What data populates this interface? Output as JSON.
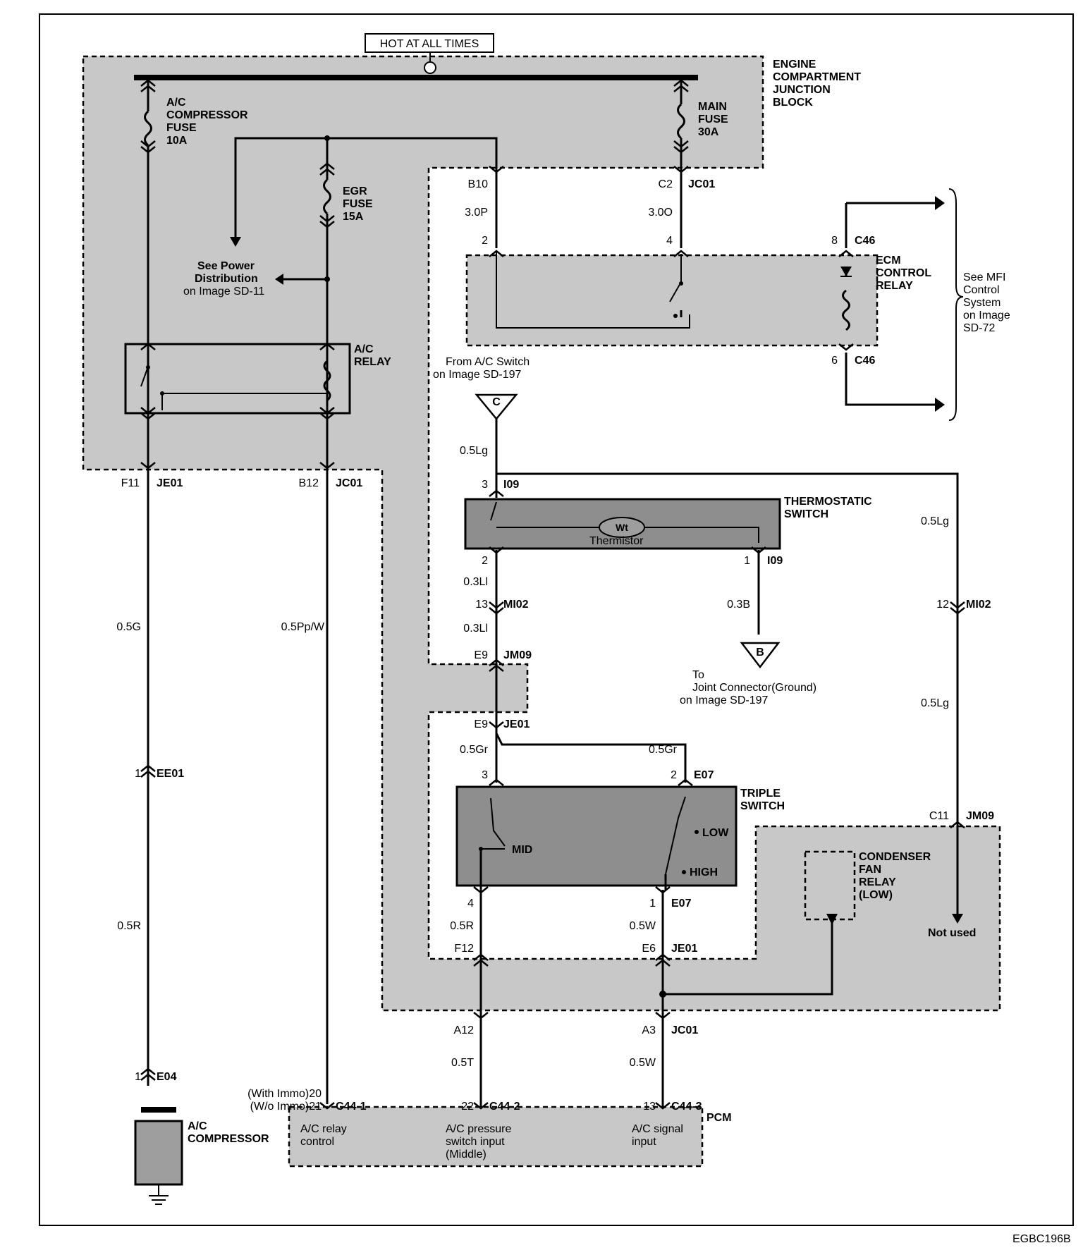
{
  "hot_label": "HOT AT ALL TIMES",
  "ecjb": [
    "ENGINE",
    "COMPARTMENT",
    "JUNCTION",
    "BLOCK"
  ],
  "fuses": {
    "ac_comp": [
      "A/C",
      "COMPRESSOR",
      "FUSE",
      "10A"
    ],
    "main": [
      "MAIN",
      "FUSE",
      "30A"
    ],
    "egr": [
      "EGR",
      "FUSE",
      "15A"
    ]
  },
  "power_dist": [
    "See Power",
    "Distribution",
    "on Image SD-11"
  ],
  "ac_relay": [
    "A/C",
    "RELAY"
  ],
  "ecm_relay": [
    "ECM",
    "CONTROL",
    "RELAY"
  ],
  "mfi_note": [
    "See MFI",
    "Control",
    "System",
    "on Image",
    "SD-72"
  ],
  "from_ac_switch": [
    "From A/C Switch",
    "on Image SD-197"
  ],
  "connector_c": "C",
  "connector_b": "B",
  "to_ground": [
    "To",
    "Joint Connector(Ground)",
    "on Image SD-197"
  ],
  "thermostatic": [
    "THERMOSTATIC",
    "SWITCH"
  ],
  "thermistor": "Thermistor",
  "triple": [
    "TRIPLE",
    "SWITCH"
  ],
  "triple_mid": "MID",
  "triple_low": "LOW",
  "triple_high": "HIGH",
  "condenser": [
    "CONDENSER",
    "FAN",
    "RELAY",
    "(LOW)"
  ],
  "not_used": "Not used",
  "compressor": [
    "A/C",
    "COMPRESSOR"
  ],
  "pcm": "PCM",
  "pcm_inputs": [
    [
      "A/C relay",
      "control"
    ],
    [
      "A/C pressure",
      "switch input",
      "(Middle)"
    ],
    [
      "A/C signal",
      "input"
    ]
  ],
  "immo": [
    "(With Immo)20",
    "(W/o Immo)21"
  ],
  "doc_code": "EGBC196B",
  "pins": {
    "b10": "B10",
    "c2": "C2",
    "jc01": "JC01",
    "p2": "2",
    "p4": "4",
    "p8": "8",
    "c46": "C46",
    "p6": "6",
    "f11": "F11",
    "je01": "JE01",
    "b12": "B12",
    "p3": "3",
    "i09": "I09",
    "p1": "1",
    "p13": "13",
    "mi02": "MI02",
    "p12": "12",
    "e9": "E9",
    "jm09": "JM09",
    "e07": "E07",
    "c11": "C11",
    "f12": "F12",
    "e6": "E6",
    "a12": "A12",
    "a3": "A3",
    "ee01": "EE01",
    "e04": "E04",
    "c44_1": "C44-1",
    "p22": "22",
    "c44_2": "C44-2",
    "c44_3": "C44-3"
  },
  "wires": {
    "w_3_0p": "3.0P",
    "w_3_0o": "3.0O",
    "w_05lg": "0.5Lg",
    "w_03li": "0.3Ll",
    "w_03b": "0.3B",
    "w_05g": "0.5G",
    "w_05ppw": "0.5Pp/W",
    "w_05gr": "0.5Gr",
    "w_05r": "0.5R",
    "w_05w": "0.5W",
    "w_05t": "0.5T"
  }
}
